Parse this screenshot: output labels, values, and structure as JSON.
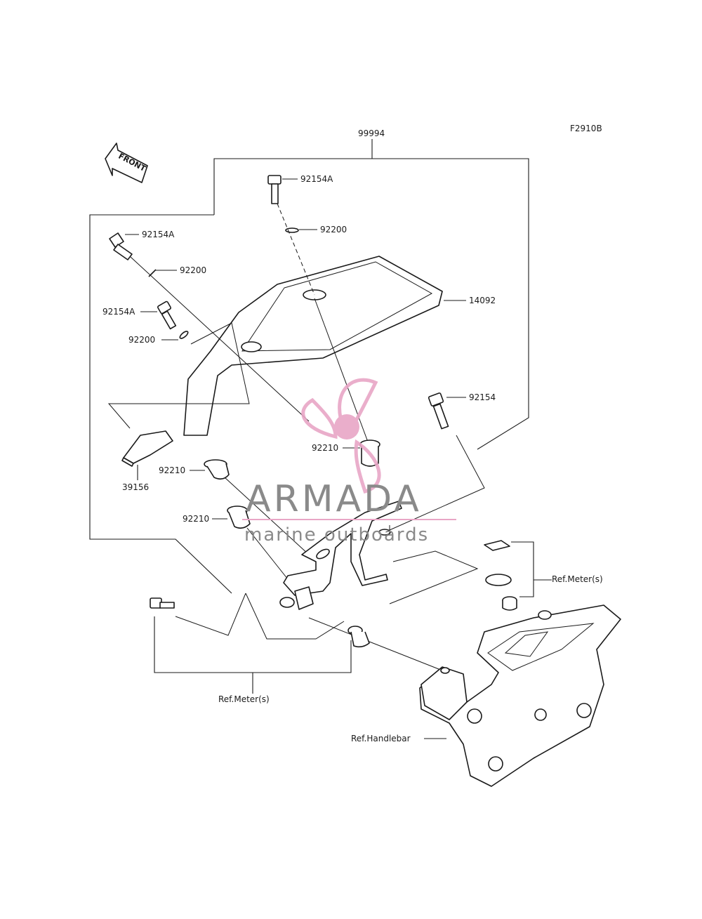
{
  "figure_code": "F2910B",
  "front_marker": "FRONT",
  "labels": {
    "assembly": "99994",
    "bolt_top": "92154A",
    "washer_top": "92200",
    "bolt_left_1": "92154A",
    "washer_left_1": "92200",
    "bolt_left_2": "92154A",
    "washer_left_2": "92200",
    "windshield": "14092",
    "bolt_right": "92154",
    "collar_center": "92210",
    "collar_left_1": "92210",
    "collar_left_2": "92210",
    "pad": "39156",
    "ref_meter_right": "Ref.Meter(s)",
    "ref_meter_bottom": "Ref.Meter(s)",
    "ref_handlebar": "Ref.Handlebar"
  },
  "watermark": {
    "brand": "ARMADA",
    "tagline": "marine outboards",
    "color": "#e8a6c6",
    "text_color": "#8a8a8a"
  }
}
